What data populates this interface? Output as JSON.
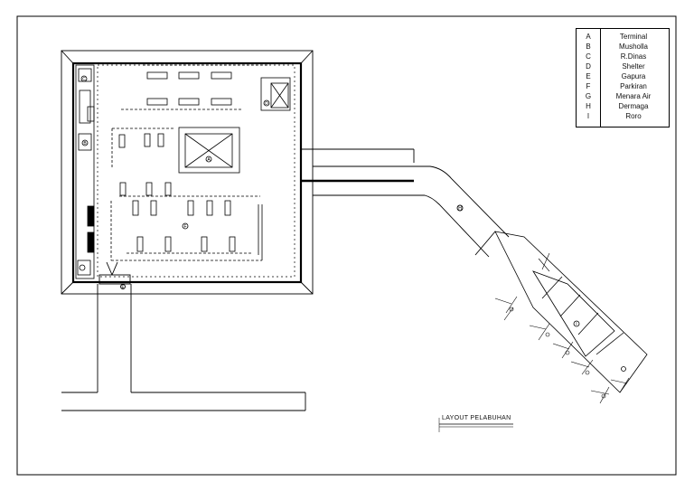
{
  "legend": {
    "items": [
      {
        "key": "A",
        "label": "Terminal"
      },
      {
        "key": "B",
        "label": "Musholla"
      },
      {
        "key": "C",
        "label": "R.Dinas"
      },
      {
        "key": "D",
        "label": "Shelter"
      },
      {
        "key": "E",
        "label": "Gapura"
      },
      {
        "key": "F",
        "label": "Parkiran"
      },
      {
        "key": "G",
        "label": "Menara Air"
      },
      {
        "key": "H",
        "label": "Dermaga"
      },
      {
        "key": "I",
        "label": "Roro"
      }
    ]
  },
  "plan_labels": {
    "terminal": "A",
    "musholla": "B",
    "r_dinas": "C",
    "shelter": "D",
    "gapura": "E",
    "parkiran": "F",
    "dermaga": "H",
    "roro": "I"
  },
  "title_block": {
    "title": "LAYOUT PELABUHAN"
  }
}
